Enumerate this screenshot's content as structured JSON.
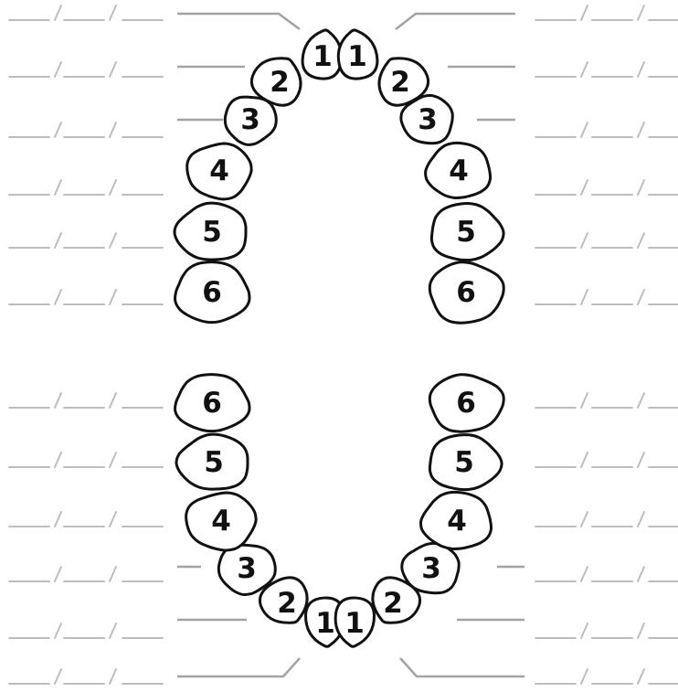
{
  "upper_arch": {
    "right": [
      "1",
      "2",
      "3",
      "4",
      "5",
      "6"
    ],
    "left": [
      "1",
      "2",
      "3",
      "4",
      "5",
      "6"
    ]
  },
  "lower_arch": {
    "right": [
      "1",
      "2",
      "3",
      "4",
      "5",
      "6"
    ],
    "left": [
      "1",
      "2",
      "3",
      "4",
      "5",
      "6"
    ]
  },
  "date_fields": {
    "rows": 12,
    "columns_per_side": 2,
    "separator": "/"
  },
  "colors": {
    "outline": "#111111",
    "blank_lines": "#bdbdbd",
    "leader_lines": "#a3a3a3"
  }
}
